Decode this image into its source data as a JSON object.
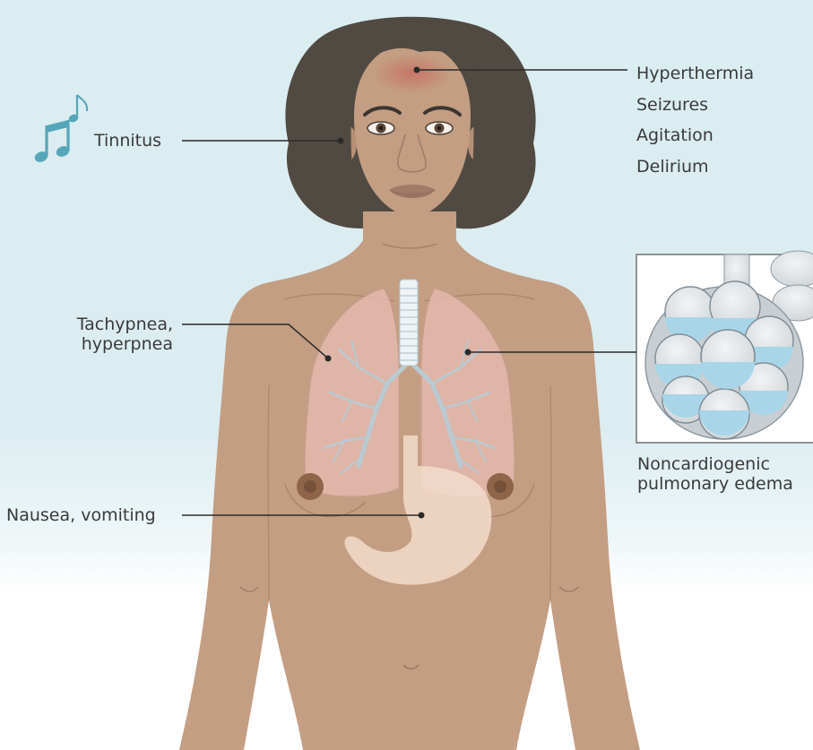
{
  "labels": {
    "tinnitus": "Tinnitus",
    "tachypnea_line1": "Tachypnea,",
    "tachypnea_line2": "hyperpnea",
    "nausea": "Nausea, vomiting",
    "head_symptoms": [
      "Hyperthermia",
      "Seizures",
      "Agitation",
      "Delirium"
    ],
    "edema_line1": "Noncardiogenic",
    "edema_line2": "pulmonary edema"
  },
  "icons": {
    "ear_symptom": "music-note-icon"
  },
  "colors": {
    "background_top": "#dcedf1",
    "skin": "#c39e82",
    "hair": "#4f4941",
    "lung": "#e2b8ad",
    "stomach": "#f3dccb",
    "fluid": "#9ed0e2",
    "note_icon": "#4fa3b5",
    "text": "#3a3a3a",
    "leader_line": "#2a2a2a"
  }
}
